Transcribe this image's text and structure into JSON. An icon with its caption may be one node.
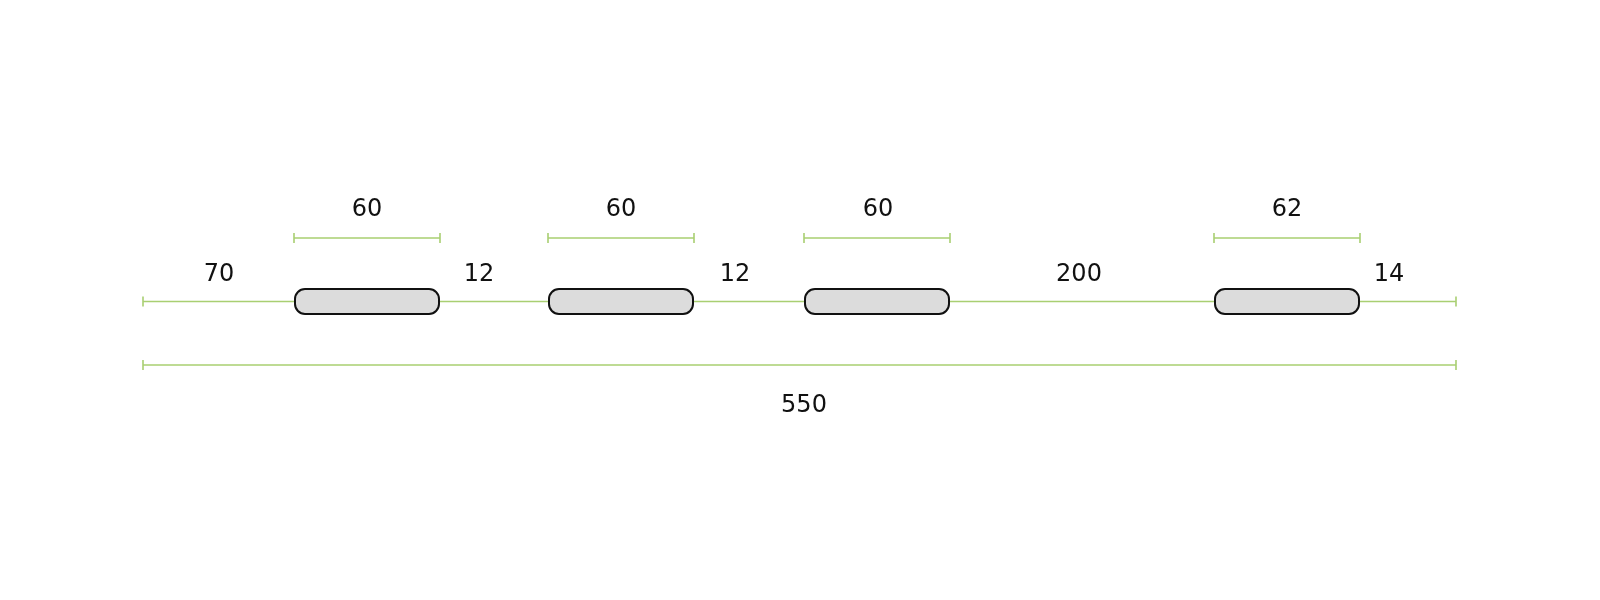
{
  "diagram": {
    "nodes": [
      {
        "text": [],
        "shape": "bar"
      },
      {
        "text": [],
        "shape": "bar"
      },
      {
        "text": [],
        "shape": "bar"
      },
      {
        "text": [],
        "shape": "bar"
      }
    ],
    "labels": [
      "60",
      "60",
      "60",
      "62",
      "70",
      "12",
      "12",
      "200",
      "14",
      "550"
    ]
  }
}
